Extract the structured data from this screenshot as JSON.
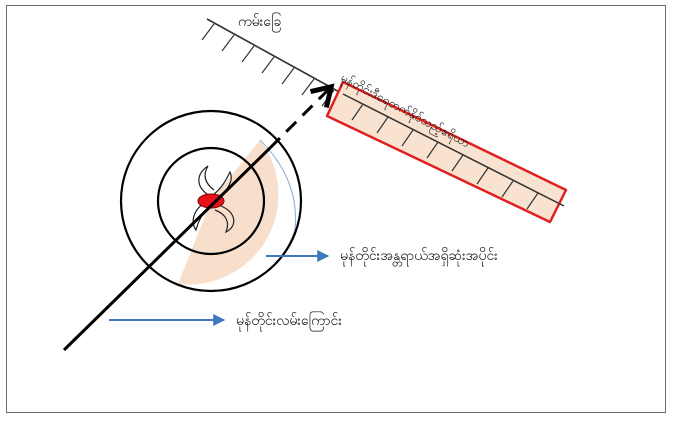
{
  "labels": {
    "coastline": "ကမ်းခြေ",
    "surge_zone": "မုန်တိုင်းဒီရေတက်နိုင်သည့်ဧရိယာ",
    "danger_area": "မုန်တိုင်းအန္တရာယ်အရှိဆုံးအပိုင်း",
    "storm_track": "မုန်တိုင်းလမ်းကြောင်း"
  },
  "colors": {
    "surge_zone_fill": "#f9e2cf",
    "surge_zone_border": "#e02020",
    "danger_sector_fill": "#f7dfcb",
    "storm_eye": "#e8101a",
    "arrow": "#3f78c0",
    "line": "#000000"
  },
  "icons": {
    "storm_center": "cyclone-icon"
  }
}
